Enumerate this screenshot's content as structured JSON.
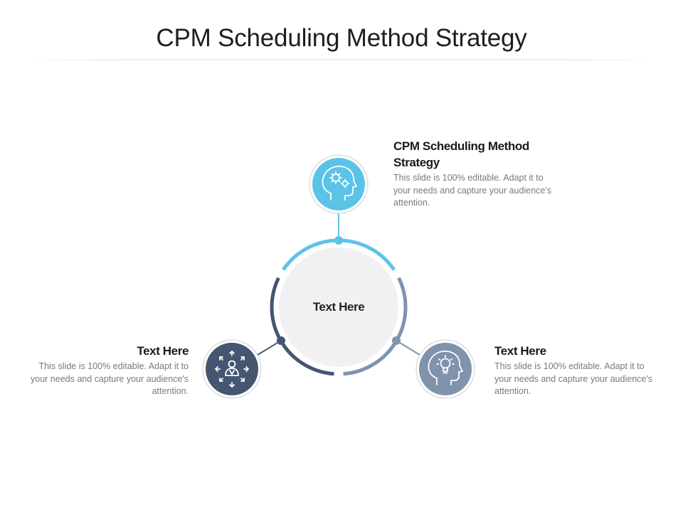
{
  "title": "CPM Scheduling Method Strategy",
  "center": {
    "label": "Text Here"
  },
  "items": [
    {
      "heading": "CPM Scheduling Method Strategy",
      "body": "This slide is 100% editable. Adapt it to your needs and capture your audience's attention.",
      "icon": "head-gears-icon",
      "color": "#5bc4e6"
    },
    {
      "heading": "Text Here",
      "body": "This slide is 100% editable. Adapt it to your needs and capture your audience's attention.",
      "icon": "head-lightbulb-icon",
      "color": "#7f93ad"
    },
    {
      "heading": "Text Here",
      "body": "This slide is 100% editable. Adapt it to your needs and capture your audience's attention.",
      "icon": "person-arrows-icon",
      "color": "#445671"
    }
  ],
  "colors": {
    "center_fill": "#f1f1f3",
    "title_text": "#1e1e1e",
    "body_text": "#7a7a7a"
  }
}
